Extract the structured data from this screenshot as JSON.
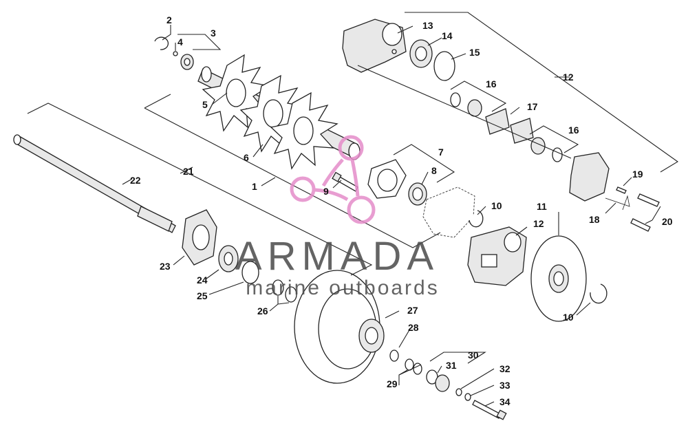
{
  "callouts": [
    "1",
    "2",
    "3",
    "4",
    "5",
    "6",
    "7",
    "8",
    "9",
    "10",
    "10",
    "11",
    "12",
    "12",
    "13",
    "14",
    "15",
    "16",
    "16",
    "17",
    "18",
    "19",
    "20",
    "21",
    "22",
    "23",
    "24",
    "25",
    "26",
    "27",
    "28",
    "29",
    "30",
    "31",
    "32",
    "33",
    "34"
  ],
  "watermark": {
    "brand": "ARMADA",
    "tagline": "marine outboards",
    "logo_color": "#e58cc9",
    "text_color": "#4a4a4a"
  },
  "colors": {
    "line": "#222222",
    "background": "#ffffff",
    "part_fill": "#e8e8e8"
  }
}
